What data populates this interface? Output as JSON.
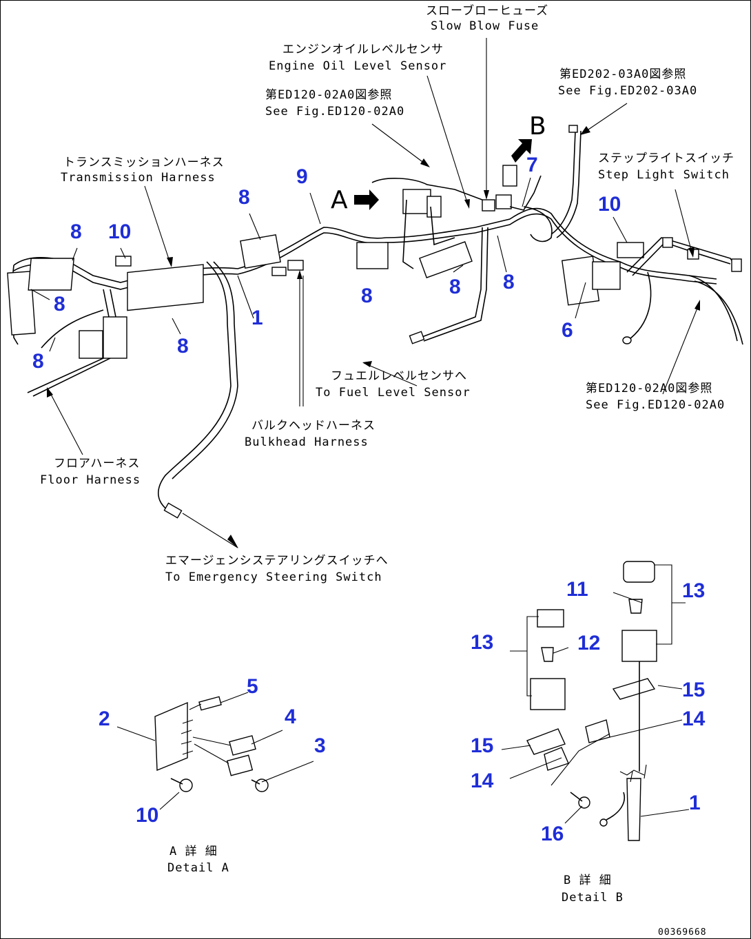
{
  "callouts": {
    "slow_blow_fuse": {
      "jp": "スローブローヒューズ",
      "en": "Slow Blow Fuse"
    },
    "engine_oil_sensor": {
      "jp": "エンジンオイルレベルセンサ",
      "en": "Engine Oil Level Sensor"
    },
    "see_fig_ed120_top": {
      "jp": "第ED120-02A0図参照",
      "en": "See Fig.ED120-02A0"
    },
    "see_fig_ed202": {
      "jp": "第ED202-03A0図参照",
      "en": "See Fig.ED202-03A0"
    },
    "step_light_switch": {
      "jp": "ステップライトスイッチ",
      "en": "Step Light Switch"
    },
    "transmission_harness": {
      "jp": "トランスミッションハーネス",
      "en": "Transmission Harness"
    },
    "fuel_level_sensor": {
      "jp": "フュエルレベルセンサへ",
      "en": "To Fuel Level Sensor"
    },
    "see_fig_ed120_right": {
      "jp": "第ED120-02A0図参照",
      "en": "See Fig.ED120-02A0"
    },
    "bulkhead_harness": {
      "jp": "バルクヘッドハーネス",
      "en": "Bulkhead Harness"
    },
    "floor_harness": {
      "jp": "フロアハーネス",
      "en": "Floor Harness"
    },
    "emergency_steering": {
      "jp": "エマージェンシステアリングスイッチへ",
      "en": "To Emergency Steering Switch"
    },
    "detail_a": {
      "jp": "A 詳 細",
      "en": "Detail A"
    },
    "detail_b": {
      "jp": "B 詳 細",
      "en": "Detail B"
    }
  },
  "view_markers": {
    "a": "A",
    "b": "B"
  },
  "part_numbers": {
    "n1": "1",
    "n2": "2",
    "n3": "3",
    "n4": "4",
    "n5": "5",
    "n6": "6",
    "n7": "7",
    "n8": "8",
    "n9": "9",
    "n10": "10",
    "n11": "11",
    "n12": "12",
    "n13": "13",
    "n14": "14",
    "n15": "15",
    "n16": "16"
  },
  "drawing_code": "00369668",
  "colors": {
    "callout_number": "#1f2ed6",
    "line": "#000000"
  }
}
